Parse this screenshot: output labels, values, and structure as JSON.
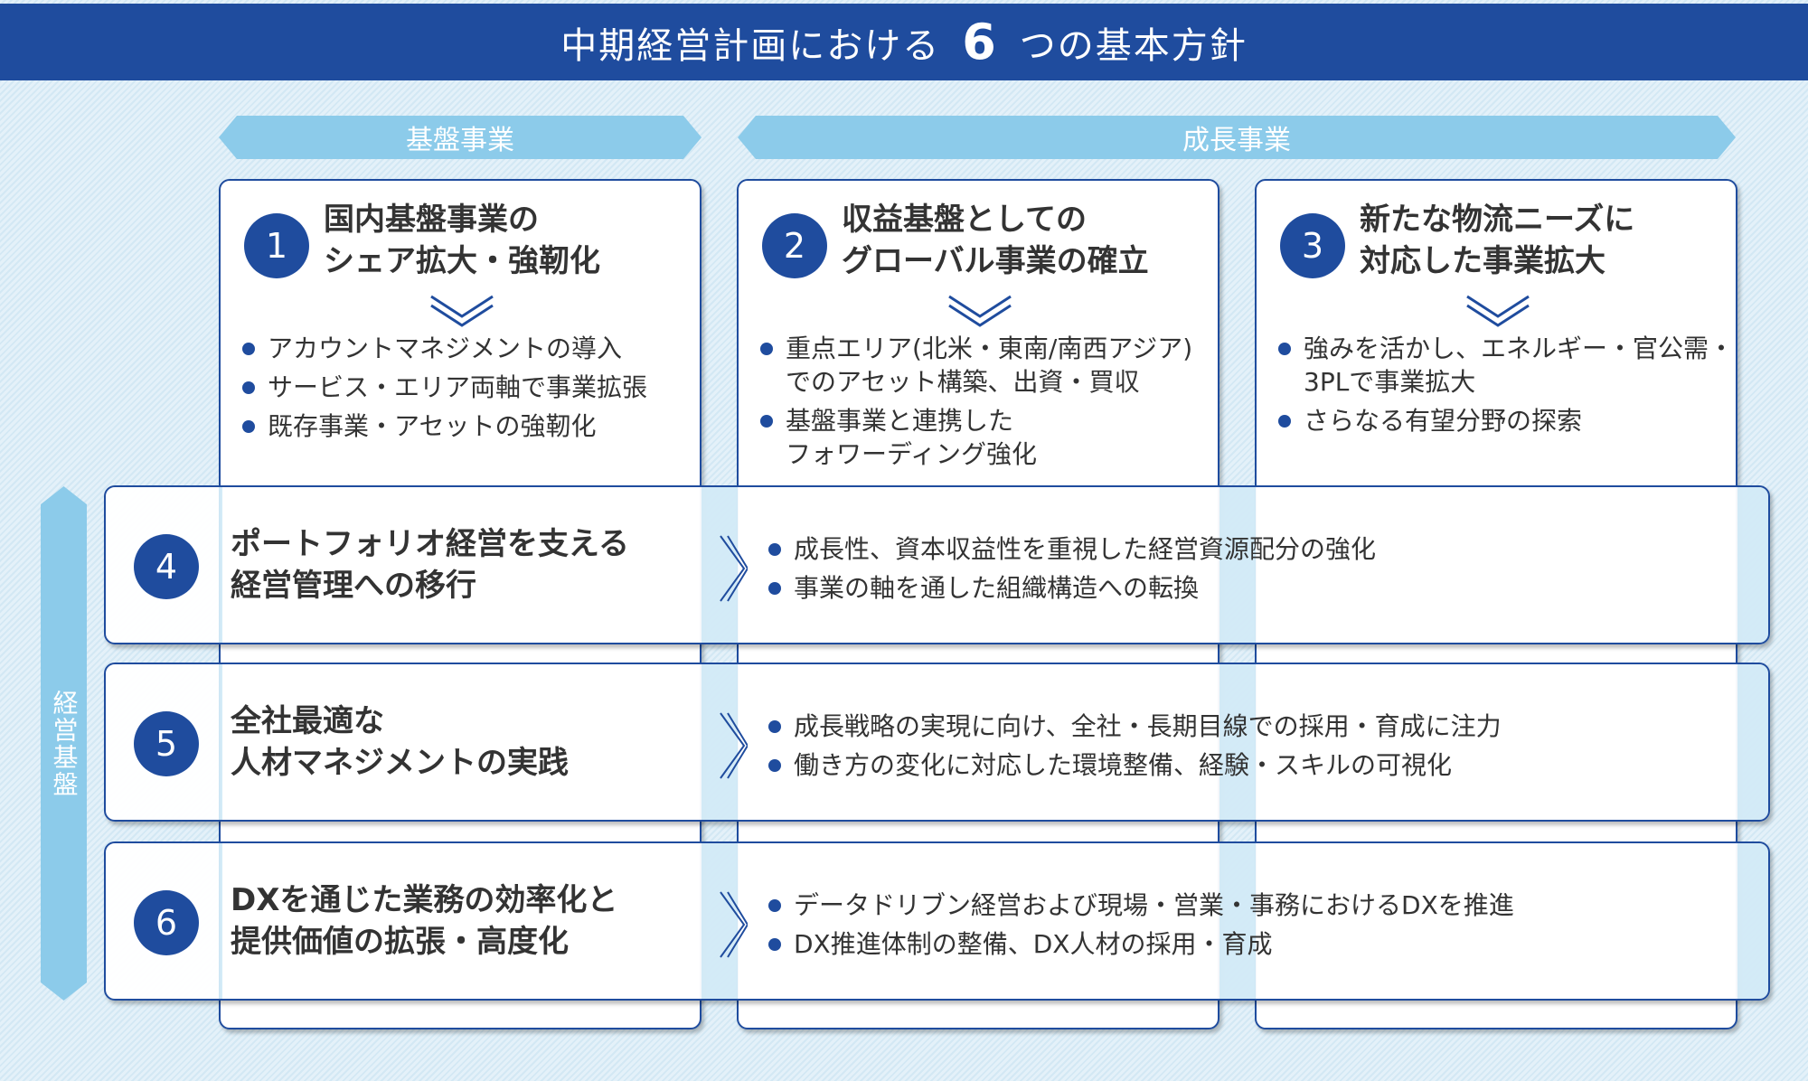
{
  "header": {
    "title_pre": "中期経営計画における",
    "title_num": "6",
    "title_post": "つの基本方針"
  },
  "ribbons": {
    "base": "基盤事業",
    "growth": "成長事業"
  },
  "side_label": "経営基盤",
  "columns": [
    {
      "num": "1",
      "title": [
        "国内基盤事業の",
        "シェア拡大・強靭化"
      ],
      "bullets": [
        "アカウントマネジメントの導入",
        "サービス・エリア両軸で事業拡張",
        "既存事業・アセットの強靭化"
      ]
    },
    {
      "num": "2",
      "title": [
        "収益基盤としての",
        "グローバル事業の確立"
      ],
      "bullets": [
        "重点エリア(北米・東南/南西アジア)\nでのアセット構築、出資・買収",
        "基盤事業と連携した\nフォワーディング強化"
      ]
    },
    {
      "num": "3",
      "title": [
        "新たな物流ニーズに",
        "対応した事業拡大"
      ],
      "bullets": [
        "強みを活かし、エネルギー・官公需・\n3PLで事業拡大",
        "さらなる有望分野の探索"
      ]
    }
  ],
  "rows": [
    {
      "num": "4",
      "title": [
        "ポートフォリオ経営を支える",
        "経営管理への移行"
      ],
      "bullets": [
        "成長性、資本収益性を重視した経営資源配分の強化",
        "事業の軸を通した組織構造への転換"
      ]
    },
    {
      "num": "5",
      "title": [
        "全社最適な",
        "人材マネジメントの実践"
      ],
      "bullets": [
        "成長戦略の実現に向け、全社・長期目線での採用・育成に注力",
        "働き方の変化に対応した環境整備、経験・スキルの可視化"
      ]
    },
    {
      "num": "6",
      "title": [
        "DXを通じた業務の効率化と",
        "提供価値の拡張・高度化"
      ],
      "bullets": [
        "データドリブン経営および現場・営業・事務におけるDXを推進",
        "DX推進体制の整備、DX人材の採用・育成"
      ]
    }
  ],
  "colors": {
    "navy": "#1f4c9e",
    "light_blue": "#8ccbea"
  }
}
